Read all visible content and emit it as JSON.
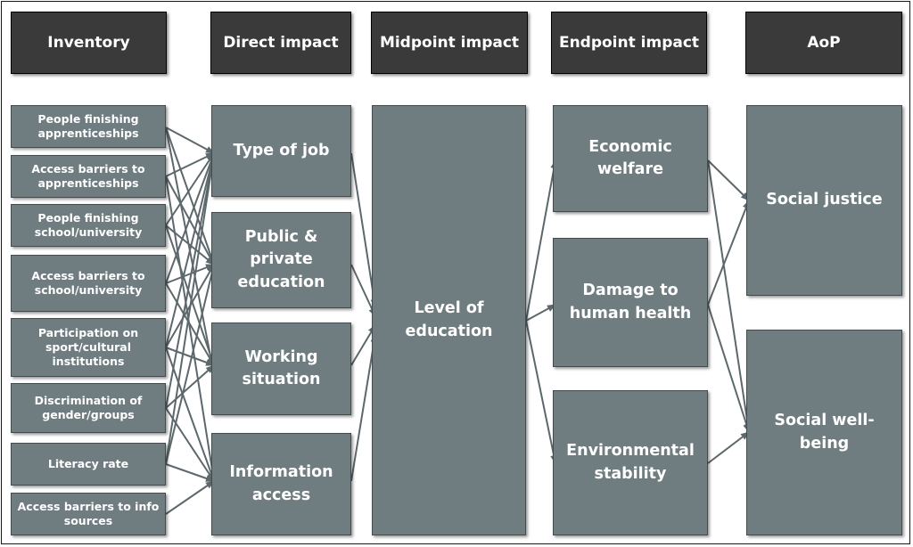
{
  "headers": {
    "inventory": "Inventory",
    "direct": "Direct impact",
    "midpoint": "Midpoint impact",
    "endpoint": "Endpoint impact",
    "aop": "AoP"
  },
  "inventory": [
    "People finishing apprenticeships",
    "Access barriers to apprenticeships",
    "People finishing school/university",
    "Access barriers to school/university",
    "Participation on sport/cultural institutions",
    "Discrimination of gender/groups",
    "Literacy rate",
    "Access barriers to info sources"
  ],
  "direct": [
    "Type of job",
    "Public & private education",
    "Working situation",
    "Information access"
  ],
  "midpoint": "Level of education",
  "endpoint": [
    "Economic welfare",
    "Damage to human health",
    "Environmental stability"
  ],
  "aop": [
    "Social justice",
    "Social well-being"
  ],
  "colors": {
    "header_bg": "#3a3a3a",
    "box_bg": "#6f7c80",
    "arrow": "#5d686c"
  }
}
